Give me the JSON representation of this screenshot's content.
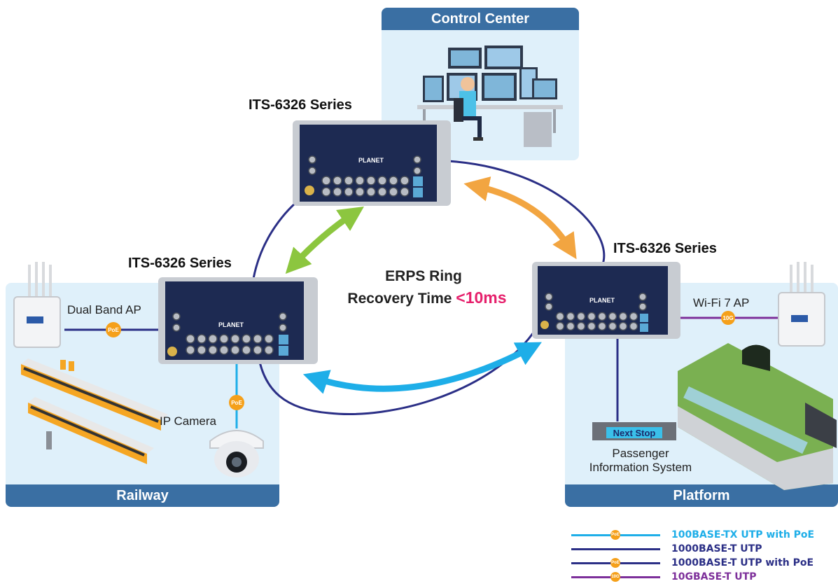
{
  "zones": {
    "control_center": "Control Center",
    "railway": "Railway",
    "platform": "Platform"
  },
  "switches": {
    "top": "ITS-6326 Series",
    "left": "ITS-6326 Series",
    "right": "ITS-6326 Series",
    "brand": "PLANET"
  },
  "ring": {
    "title": "ERPS Ring",
    "time_label": "Recovery Time",
    "time_value": "<10ms"
  },
  "devices": {
    "dual_band_ap": "Dual Band AP",
    "ip_camera": "IP Camera",
    "wifi7_ap": "Wi-Fi 7 AP",
    "pis_line1": "Passenger",
    "pis_line2": "Information System",
    "sign_text": "Next Stop"
  },
  "badges": {
    "poe": "PoE",
    "tenG": "10G"
  },
  "legend": [
    {
      "label": "100BASE-TX UTP with PoE",
      "color": "#1eaee8",
      "badge": "PoE"
    },
    {
      "label": "1000BASE-T UTP",
      "color": "#2b2f86",
      "badge": ""
    },
    {
      "label": "1000BASE-T UTP with PoE",
      "color": "#2b2f86",
      "badge": "PoE"
    },
    {
      "label": "10GBASE-T UTP",
      "color": "#7d2f9a",
      "badge": "10G"
    }
  ],
  "colors": {
    "ring": "#2b2f86",
    "arrow_green": "#8cc63f",
    "arrow_orange": "#f2a541",
    "arrow_blue": "#1eaee8",
    "zone_bar": "#3a6fa3",
    "zone_fill": "#dff0fa",
    "highlight": "#e6206c"
  }
}
